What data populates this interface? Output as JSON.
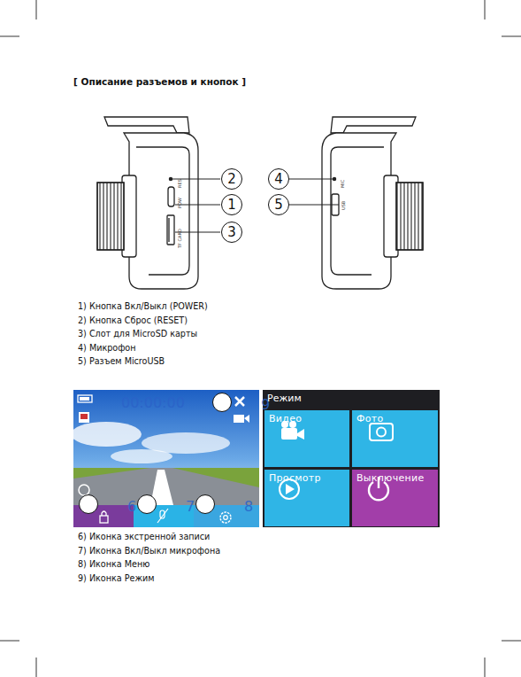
{
  "diagram": {
    "title": "[ Описание разъемов и кнопок ]",
    "nodes": [
      {
        "text": [
          "2"
        ]
      },
      {
        "text": [
          "4"
        ]
      },
      {
        "text": [
          "1"
        ]
      },
      {
        "text": [
          "5"
        ]
      },
      {
        "text": [
          "3"
        ]
      },
      {
        "text": [
          "00:00:00"
        ]
      },
      {
        "text": [
          "9"
        ],
        "in": 5
      },
      {
        "text": [
          "6"
        ],
        "in": 5
      },
      {
        "text": [
          "7"
        ],
        "in": 5
      },
      {
        "text": [
          "8"
        ],
        "in": 5
      },
      {
        "text": [
          "Режим"
        ]
      },
      {
        "text": [
          "Видео"
        ],
        "in": 10
      },
      {
        "text": [
          "Фото"
        ],
        "in": 10
      },
      {
        "text": [
          "Просмотр"
        ],
        "in": 10
      },
      {
        "text": [
          "Выключение"
        ],
        "in": 10
      }
    ],
    "labels": [
      "RES",
      "POW",
      "TF CARD",
      "MIC",
      "USB",
      "1) Кнопка Вкл/Выкл (POWER)",
      "2) Кнопка Сброс (RESET)",
      "3) Слот для MicroSD карты",
      "4) Микрофон",
      "5) Разъем MicroUSB",
      "6) Иконка экстренной записи",
      "7) Иконка Вкл/Выкл микрофона",
      "8) Иконка Меню",
      "9) Иконка Режим"
    ]
  }
}
